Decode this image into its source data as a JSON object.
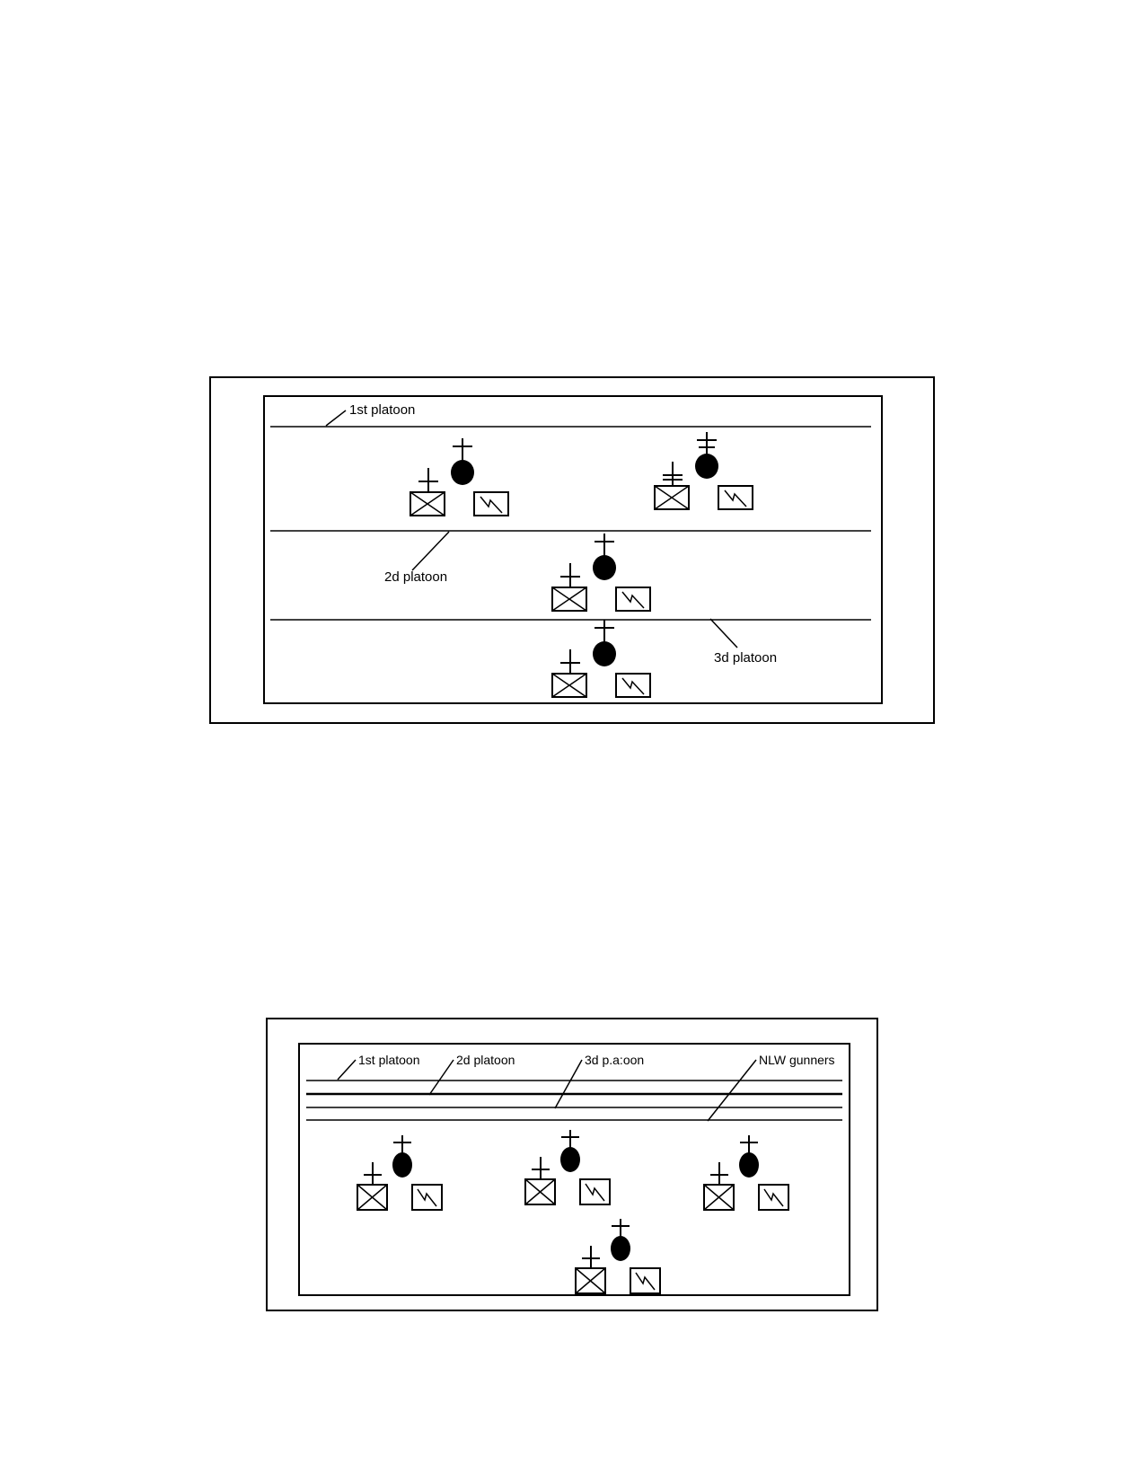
{
  "figure1": {
    "labels": {
      "first_platoon": "1st platoon",
      "second_platoon": "2d platoon",
      "third_platoon": "3d platoon"
    }
  },
  "figure2": {
    "labels": {
      "first_platoon": "1st platoon",
      "second_platoon": "2d platoon",
      "third_platoon": "3d p.a:oon",
      "nlw_gunners": "NLW gunners"
    }
  },
  "colors": {
    "ink": "#000000",
    "paper": "#ffffff"
  }
}
